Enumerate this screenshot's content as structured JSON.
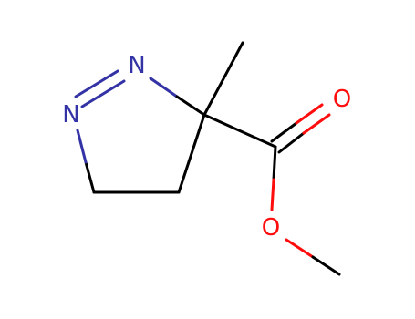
{
  "molecule": {
    "atoms": {
      "n1": {
        "symbol": "N",
        "color": "#3333a6"
      },
      "n2": {
        "symbol": "N",
        "color": "#3333a6"
      },
      "o_carbonyl": {
        "symbol": "O",
        "color": "#ff0d0d"
      },
      "o_ester": {
        "symbol": "O",
        "color": "#ff0d0d"
      }
    },
    "bond_color": "#000000"
  }
}
